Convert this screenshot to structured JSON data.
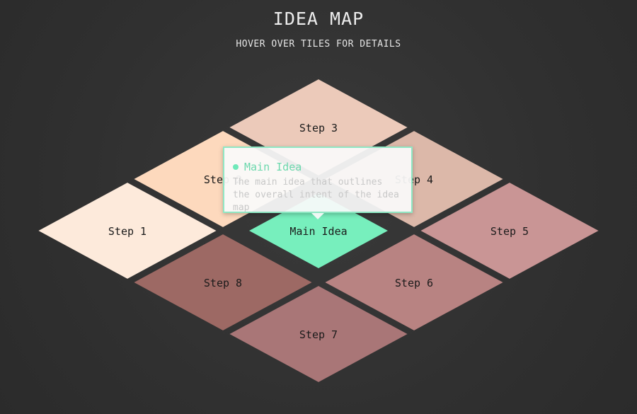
{
  "header": {
    "title": "IDEA MAP",
    "subtitle": "HOVER OVER TILES FOR DETAILS"
  },
  "tiles": [
    {
      "key": "main",
      "label": "Main Idea",
      "color": "#77efbd"
    },
    {
      "key": "step1",
      "label": "Step 1",
      "color": "#fdeadb"
    },
    {
      "key": "step2",
      "label": "Step 2",
      "color": "#fdd9bd"
    },
    {
      "key": "step3",
      "label": "Step 3",
      "color": "#eccaba"
    },
    {
      "key": "step4",
      "label": "Step 4",
      "color": "#dcb8a9"
    },
    {
      "key": "step5",
      "label": "Step 5",
      "color": "#c99595"
    },
    {
      "key": "step6",
      "label": "Step 6",
      "color": "#b88382"
    },
    {
      "key": "step7",
      "label": "Step 7",
      "color": "#a97677"
    },
    {
      "key": "step8",
      "label": "Step 8",
      "color": "#9d6964"
    }
  ],
  "tooltip": {
    "title": "Main Idea",
    "body": "The main idea that outlines the overall intent of the idea map",
    "accent": "#6fe9b9"
  },
  "colors": {
    "background": "#333333",
    "gutter": "#2f2f2f"
  }
}
